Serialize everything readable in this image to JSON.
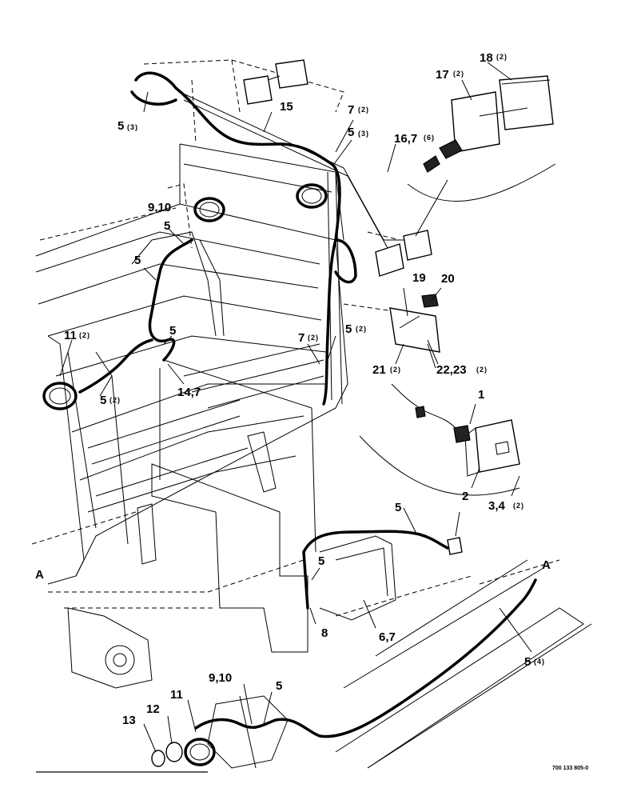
{
  "diagram": {
    "labels": {
      "l18": "18",
      "l18q": "(2)",
      "l17": "17",
      "l17q": "(2)",
      "l15": "15",
      "l5a": "5",
      "l5aq": "(3)",
      "l7a": "7",
      "l7aq": "(2)",
      "l5b": "5",
      "l5bq": "(3)",
      "l16": "16,7",
      "l16q": "(6)",
      "l910a": "9,10",
      "l5c": "5",
      "l5d": "5",
      "l19": "19",
      "l20": "20",
      "l11a": "11",
      "l11aq": "(2)",
      "l5e": "5",
      "l7b": "7",
      "l7bq": "(2)",
      "l5f": "5",
      "l5fq": "(2)",
      "l21": "21",
      "l21q": "(2)",
      "l2223": "22,23",
      "l2223q": "(2)",
      "l5g": "5",
      "l5gq": "(2)",
      "l147": "14,7",
      "l1": "1",
      "l2": "2",
      "l34": "3,4",
      "l34q": "(2)",
      "l5h": "5",
      "lA1": "A",
      "lA2": "A",
      "l5i": "5",
      "l8": "8",
      "l67": "6,7",
      "l5j": "5",
      "l5jq": "(4)",
      "l910b": "9,10",
      "l5k": "5",
      "l11b": "11",
      "l12": "12",
      "l13": "13"
    },
    "drawing_code": "700 133 805-0"
  }
}
